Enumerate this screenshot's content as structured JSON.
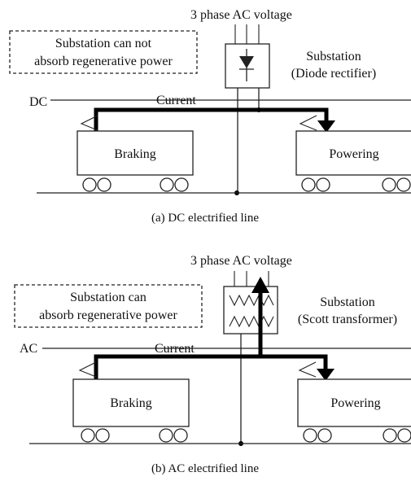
{
  "dc": {
    "ac_source": "3 phase AC voltage",
    "note_line1": "Substation can not",
    "note_line2": "absorb regenerative power",
    "substation_line1": "Substation",
    "substation_line2": "(Diode rectifier)",
    "line_label": "DC",
    "current_label": "Current",
    "braking_label": "Braking",
    "powering_label": "Powering",
    "caption": "(a) DC electrified line"
  },
  "ac": {
    "ac_source": "3 phase AC voltage",
    "note_line1": "Substation can",
    "note_line2": "absorb regenerative power",
    "substation_line1": "Substation",
    "substation_line2": "(Scott transformer)",
    "line_label": "AC",
    "current_label": "Current",
    "braking_label": "Braking",
    "powering_label": "Powering",
    "caption": "(b) AC electrified line"
  }
}
